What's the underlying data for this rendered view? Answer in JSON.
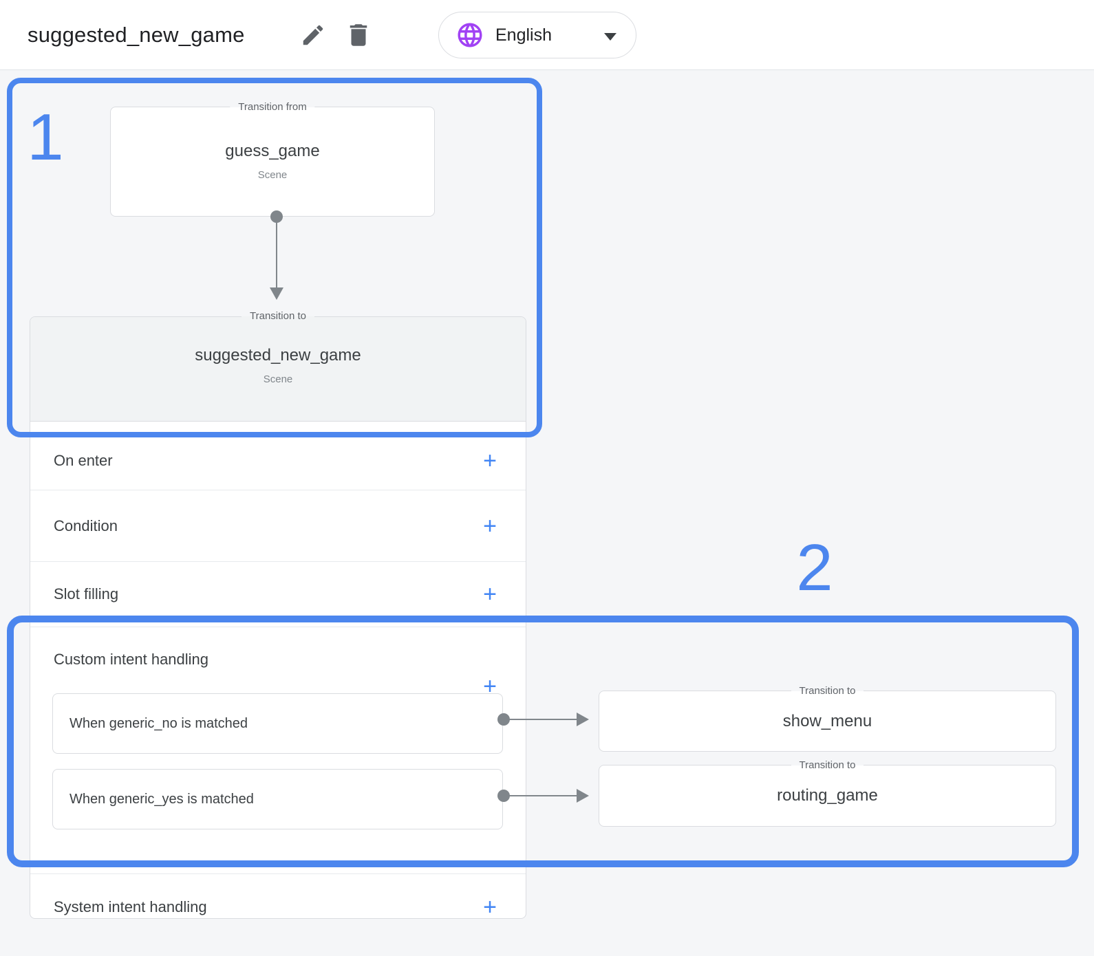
{
  "header": {
    "title": "suggested_new_game",
    "language_selector": {
      "label": "English"
    }
  },
  "annotations": {
    "step1": "1",
    "step2": "2"
  },
  "diagram": {
    "transition_from": {
      "legend": "Transition from",
      "scene_name": "guess_game",
      "scene_type": "Scene"
    },
    "transition_to": {
      "legend": "Transition to",
      "scene_name": "suggested_new_game",
      "scene_type": "Scene"
    }
  },
  "scene_panel": {
    "sections": [
      {
        "label": "On enter",
        "add_icon": "+"
      },
      {
        "label": "Condition",
        "add_icon": "+"
      },
      {
        "label": "Slot filling",
        "add_icon": "+"
      },
      {
        "label": "Custom intent handling",
        "add_icon": "+"
      },
      {
        "label": "System intent handling",
        "add_icon": "+"
      }
    ]
  },
  "custom_intents": [
    {
      "label": "When generic_no is matched",
      "transition": {
        "legend": "Transition to",
        "target": "show_menu"
      }
    },
    {
      "label": "When generic_yes is matched",
      "transition": {
        "legend": "Transition to",
        "target": "routing_game"
      }
    }
  ],
  "colors": {
    "annotation_blue": "#4c86ee",
    "add_button_blue": "#4285f4",
    "globe_purple": "#a142f4",
    "connector_gray": "#80868b",
    "panel_border_gray": "#dadce0",
    "page_background": "#f5f6f8",
    "transition_to_fill": "#f1f3f4"
  }
}
